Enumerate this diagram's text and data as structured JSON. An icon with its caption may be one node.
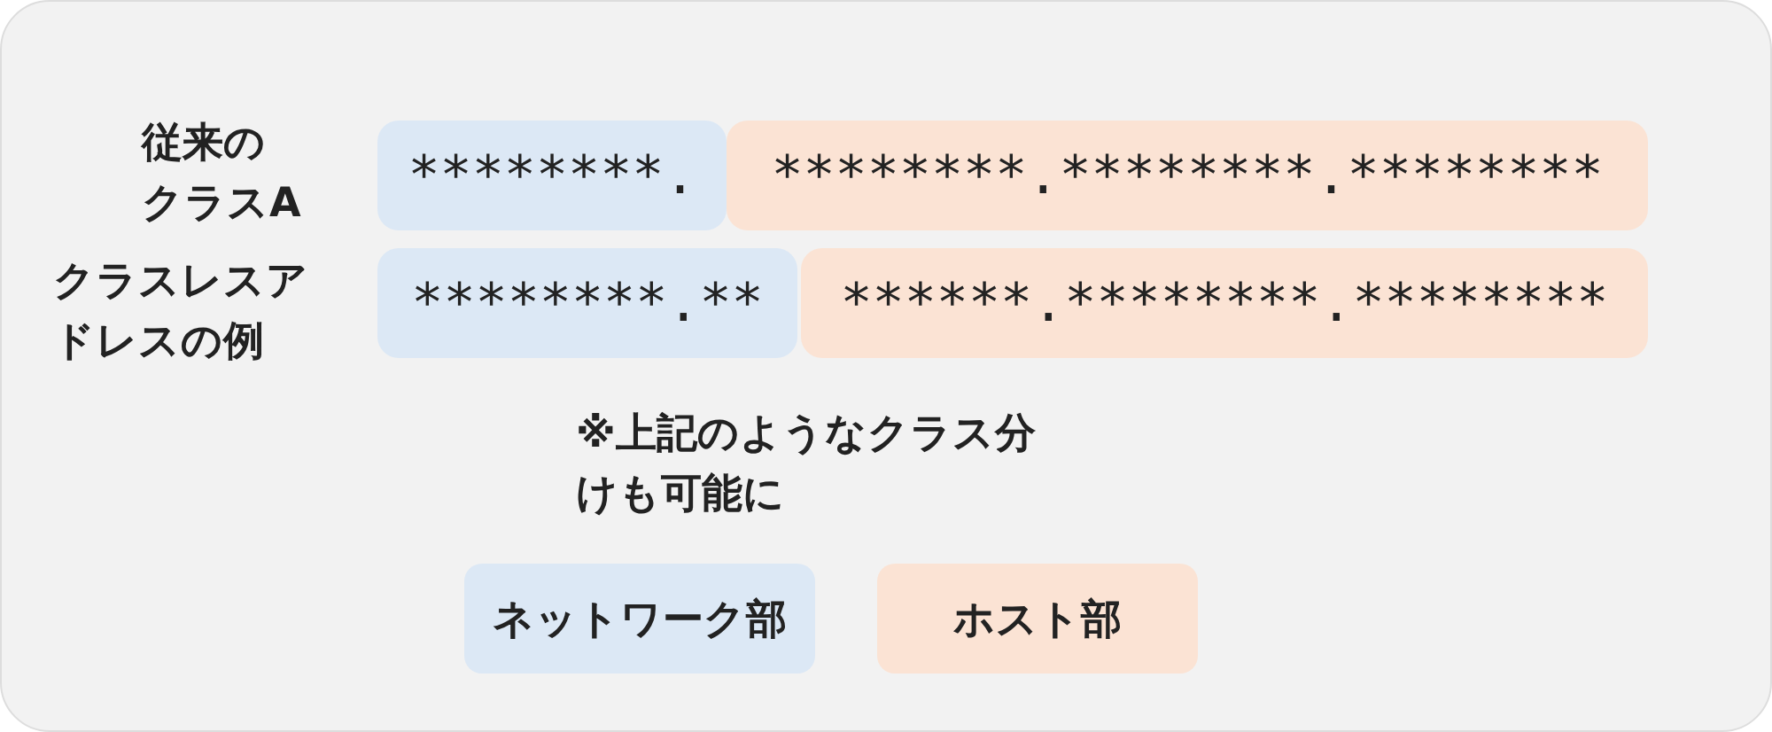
{
  "diagram": {
    "nodes": [
      {
        "text": [
          "********."
        ]
      },
      {
        "text": [
          "********.********.********"
        ]
      },
      {
        "text": [
          "********.**"
        ]
      },
      {
        "text": [
          "******.********.********"
        ]
      }
    ],
    "labels": [
      "従来のクラスA",
      "クラスレスアドレスの例",
      "※上記のようなクラス分けも可能に"
    ],
    "legend": [
      {
        "text": "ネットワーク部",
        "color": "#dce8f5"
      },
      {
        "text": "ホスト部",
        "color": "#fbe3d4"
      }
    ]
  }
}
